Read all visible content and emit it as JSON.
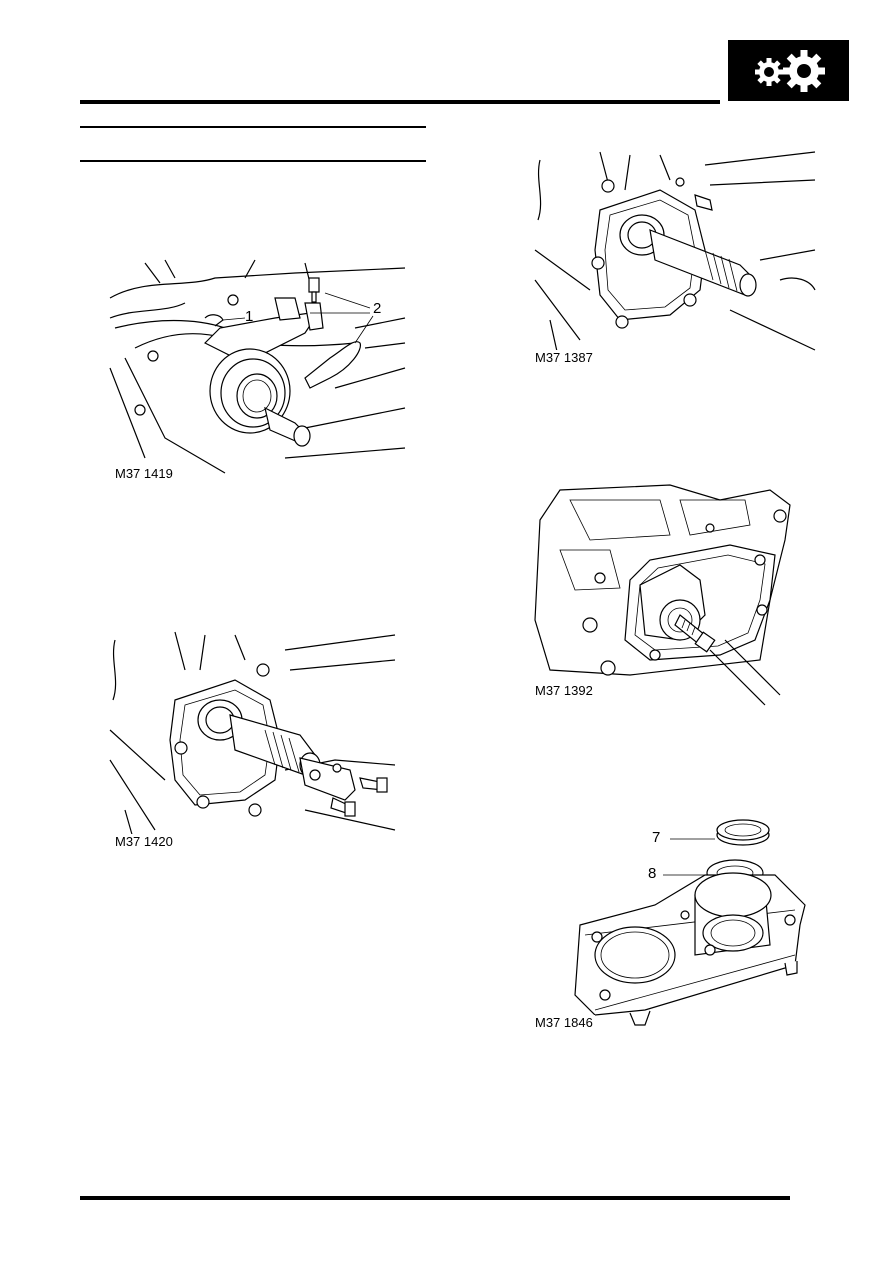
{
  "header": {
    "section_icon": "gears-icon"
  },
  "figures": [
    {
      "id": "fig1",
      "code": "M37 1419",
      "callouts": [
        "1",
        "2"
      ]
    },
    {
      "id": "fig2",
      "code": "M37 1420"
    },
    {
      "id": "fig3",
      "code": "M37 1387"
    },
    {
      "id": "fig4",
      "code": "M37 1392"
    },
    {
      "id": "fig5",
      "code": "M37 1846",
      "callouts": [
        "7",
        "8"
      ]
    }
  ]
}
